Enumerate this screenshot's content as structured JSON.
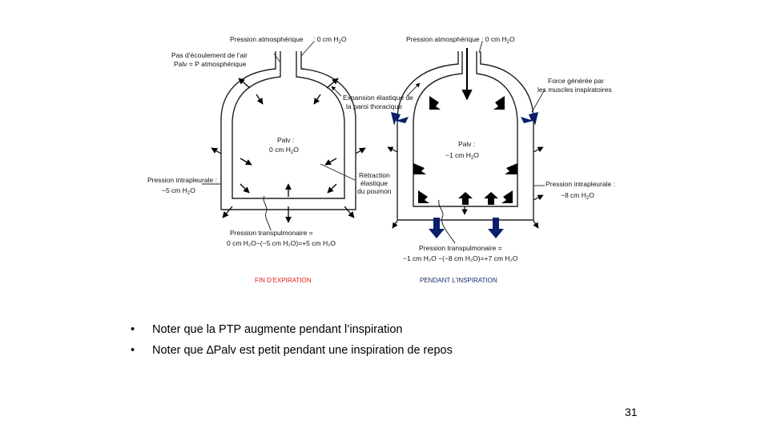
{
  "left_panel": {
    "atm_label": "Pression atmosphérique",
    "atm_value": ": 0 cm H",
    "no_flow_line1": "Pas d’écoulement de l’air",
    "no_flow_line2": "Palv = P atmosphérique",
    "palv_label": "Palv :",
    "palv_value": "0 cm H",
    "intrapleural_label": "Pression intrapleurale :",
    "intrapleural_value": "−5 cm H",
    "recoil_line1": "Rétraction",
    "recoil_line2": "élastique",
    "recoil_line3": "du poumon",
    "elastic_line1": "Expansion élastique de",
    "elastic_line2": "la paroi thoracique",
    "ptp_label": "Pression transpulmonaire =",
    "ptp_formula": "0 cm H₂O−(−5 cm H₂O)=+5 cm H₂O",
    "caption": "FIN D’EXPIRATION"
  },
  "right_panel": {
    "atm_label": "Pression atmosphérique : 0 cm H",
    "force_line1": "Force générée par",
    "force_line2": "les muscles inspiratoires",
    "palv_label": "Palv :",
    "palv_value": "−1 cm H",
    "intrapleural_label": "Pression intrapleurale :",
    "intrapleural_value": "−8 cm H",
    "ptp_label": "Pression transpulmonaire =",
    "ptp_formula": "−1 cm H₂O −(−8 cm H₂O)=+7 cm H₂O",
    "caption": "PENDANT L’INSPIRATION"
  },
  "subscript_2": "2",
  "water_O": "O",
  "colors": {
    "caption_left": "#e0201b",
    "caption_right": "#1a2a6c",
    "muscle_arrow": "#0b1f6b"
  },
  "bullets": [
    "Noter que la PTP augmente pendant l’inspiration",
    "Noter que ∆Palv est petit pendant une inspiration de repos"
  ],
  "bullet_symbol": "•",
  "page_number": "31"
}
